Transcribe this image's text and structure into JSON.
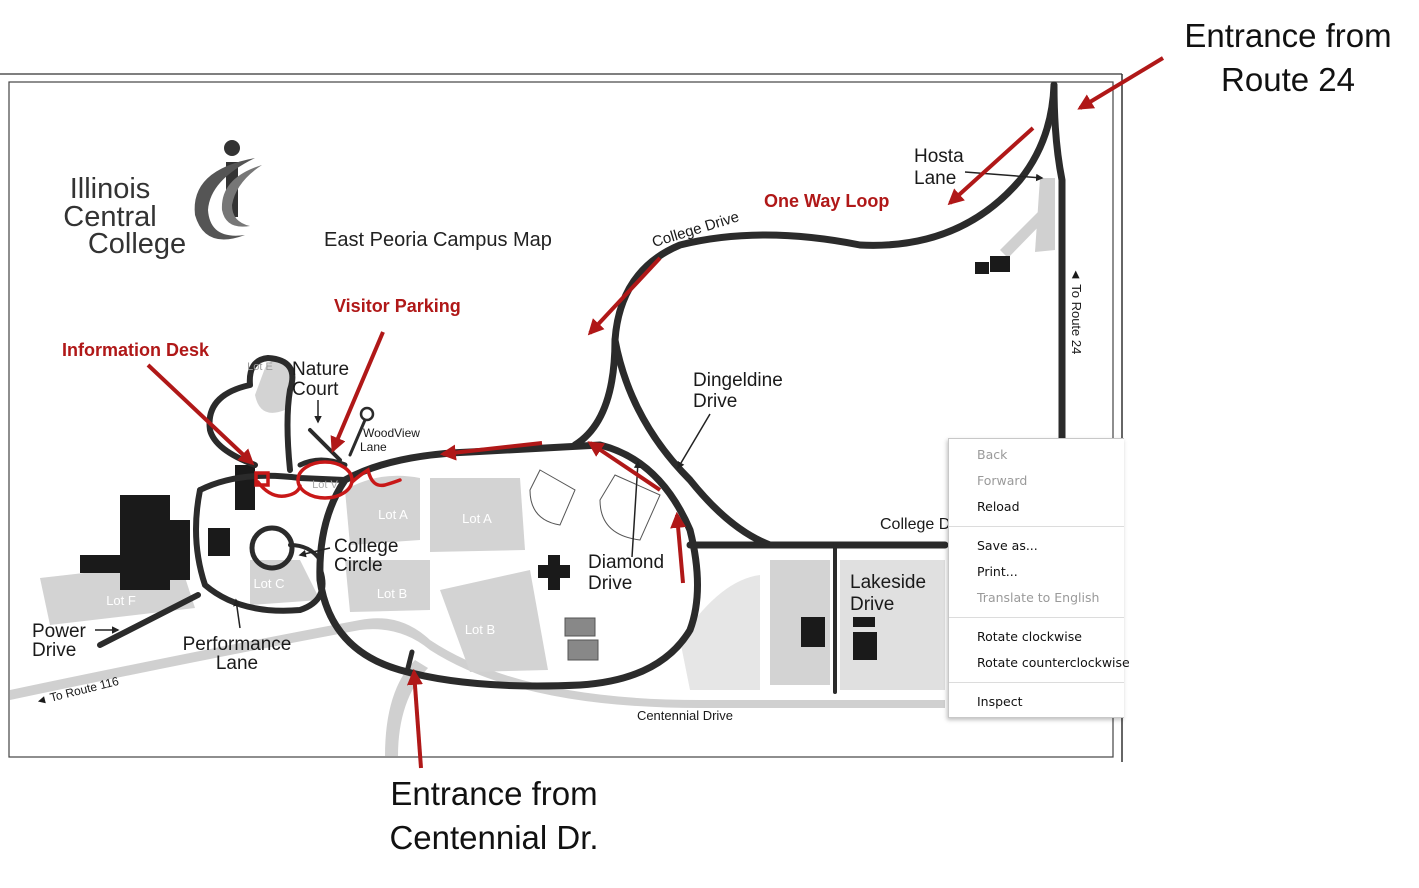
{
  "logo": {
    "line1": "Illinois",
    "line2": "Central",
    "line3": "College"
  },
  "map": {
    "title": "East Peoria Campus Map",
    "streets": {
      "college_drive_top": "College Drive",
      "college_drive_right": "College D",
      "dingeldine_1": "Dingeldine",
      "dingeldine_2": "Drive",
      "hosta_1": "Hosta",
      "hosta_2": "Lane",
      "nature_1": "Nature",
      "nature_2": "Court",
      "woodview_1": "WoodView",
      "woodview_2": "Lane",
      "circle_1": "College",
      "circle_2": "Circle",
      "diamond_1": "Diamond",
      "diamond_2": "Drive",
      "lakeside_1": "Lakeside",
      "lakeside_2": "Drive",
      "power_1": "Power",
      "power_2": "Drive",
      "performance_1": "Performance",
      "performance_2": "Lane",
      "centennial": "Centennial Drive",
      "to_route_24": "◄ To Route 24",
      "to_route_116": "◄ To Route 116"
    },
    "lots": {
      "lot_e": "Lot E",
      "lot_v": "Lot V",
      "lot_a1": "Lot A",
      "lot_a2": "Lot A",
      "lot_b1": "Lot B",
      "lot_b2": "Lot B",
      "lot_c": "Lot C",
      "lot_f": "Lot F"
    }
  },
  "annotations": {
    "information_desk": "Information Desk",
    "visitor_parking": "Visitor Parking",
    "one_way_loop": "One Way Loop",
    "route24_line1": "Entrance from",
    "route24_line2": "Route 24",
    "centennial_line1": "Entrance from",
    "centennial_line2": "Centennial Dr."
  },
  "context_menu": {
    "back": "Back",
    "forward": "Forward",
    "reload": "Reload",
    "save_as": "Save as...",
    "print": "Print...",
    "translate": "Translate to English",
    "rotate_cw": "Rotate clockwise",
    "rotate_ccw": "Rotate counterclockwise",
    "inspect": "Inspect"
  },
  "colors": {
    "annotation_red": "#b01818",
    "road": "#2b2b2b",
    "lot_gray": "#d3d3d3"
  }
}
